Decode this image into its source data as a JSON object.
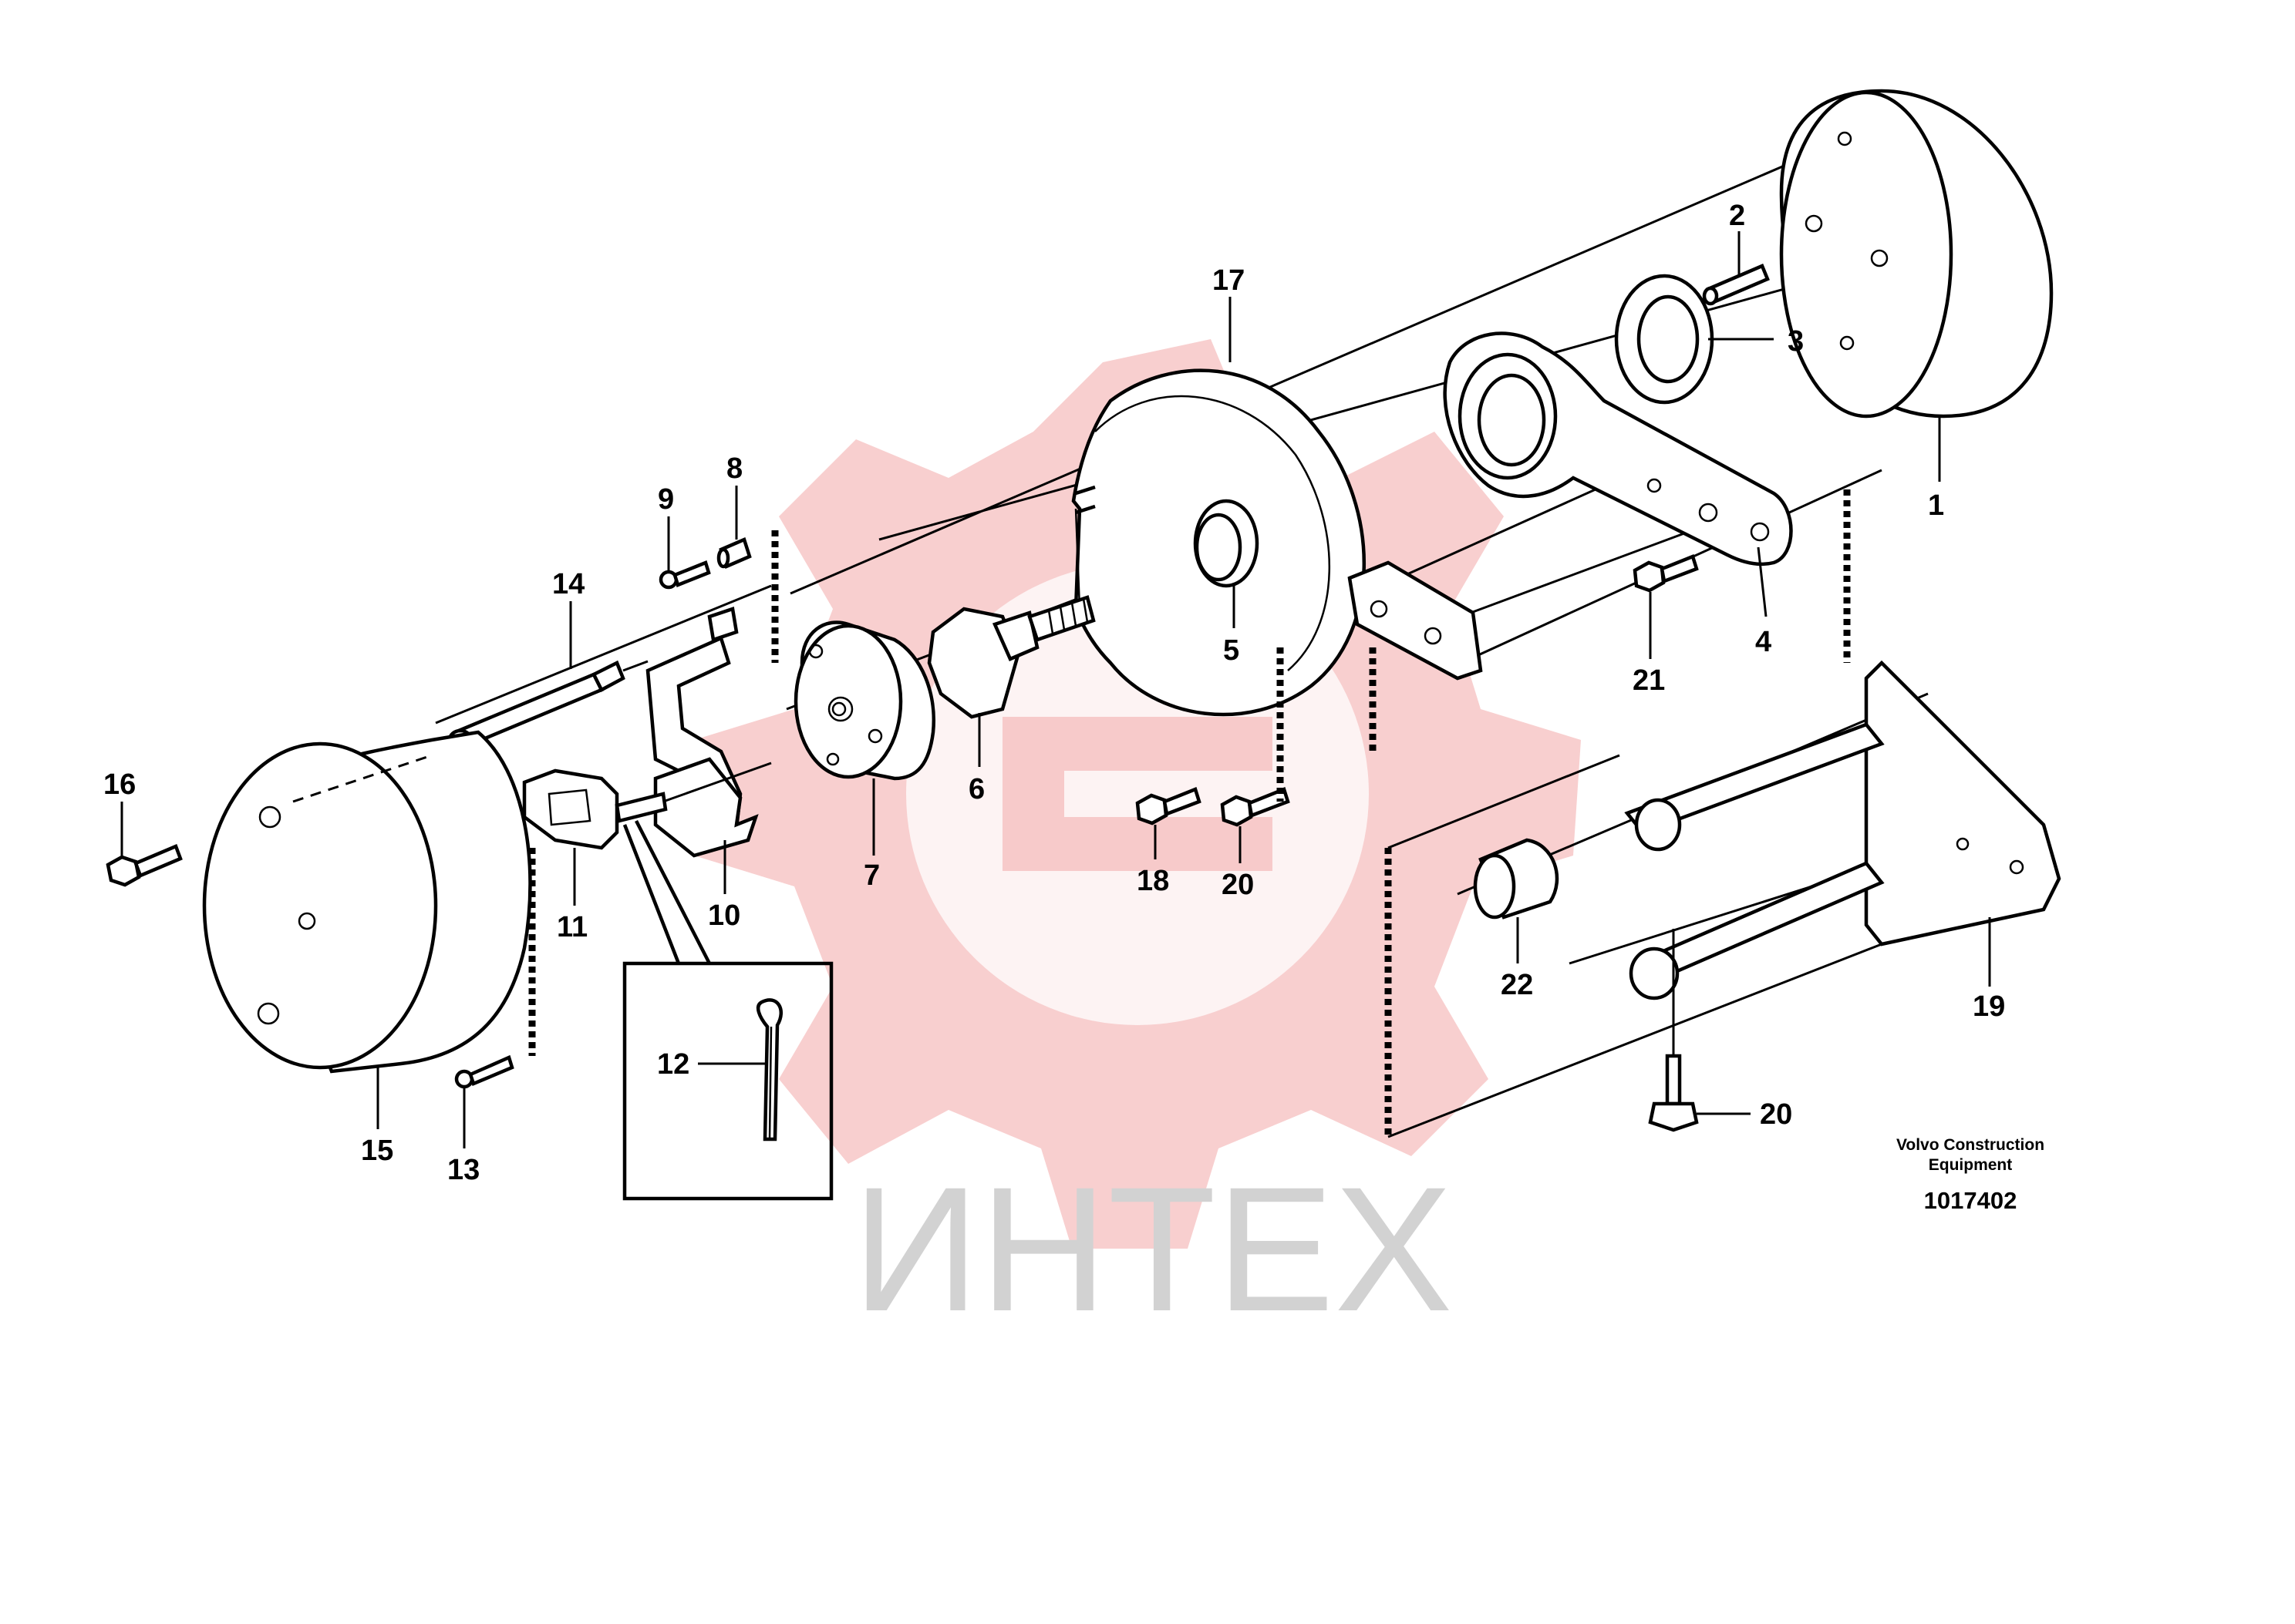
{
  "watermark": {
    "text": "ИНТЕХ",
    "color": "#f2a7a7",
    "text_color": "#d2d2d2"
  },
  "caption": {
    "line1": "Volvo Construction",
    "line2": "Equipment",
    "doc_number": "1017402"
  },
  "callouts": {
    "n1": "1",
    "n2": "2",
    "n3": "3",
    "n4": "4",
    "n5": "5",
    "n6": "6",
    "n7": "7",
    "n8": "8",
    "n9": "9",
    "n10": "10",
    "n11": "11",
    "n12": "12",
    "n13": "13",
    "n14": "14",
    "n15": "15",
    "n16": "16",
    "n17": "17",
    "n18": "18",
    "n19": "19",
    "n20a": "20",
    "n20b": "20",
    "n21": "21",
    "n22": "22"
  }
}
